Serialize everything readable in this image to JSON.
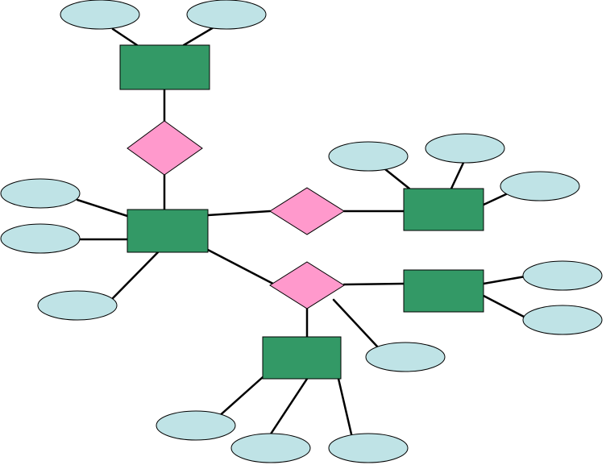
{
  "diagram": {
    "kind": "entity-relationship",
    "colors": {
      "background": "#ffffff",
      "entity_fill": "#339966",
      "relationship_fill": "#ff99cc",
      "attribute_fill": "#bfe3e6",
      "outline": "#000000"
    },
    "entities": [
      {
        "id": "e-top"
      },
      {
        "id": "e-center"
      },
      {
        "id": "e-right-upper"
      },
      {
        "id": "e-right-lower"
      },
      {
        "id": "e-bottom"
      }
    ],
    "relationships": [
      {
        "id": "r-top",
        "connects": [
          "e-top",
          "e-center"
        ]
      },
      {
        "id": "r-right-upper",
        "connects": [
          "e-center",
          "e-right-upper"
        ]
      },
      {
        "id": "r-lower",
        "connects": [
          "e-center",
          "e-right-lower",
          "e-bottom"
        ]
      }
    ],
    "attributes": [
      {
        "id": "a-top-left",
        "owner": "e-top"
      },
      {
        "id": "a-top-right",
        "owner": "e-top"
      },
      {
        "id": "a-center-1",
        "owner": "e-center"
      },
      {
        "id": "a-center-2",
        "owner": "e-center"
      },
      {
        "id": "a-center-3",
        "owner": "e-center"
      },
      {
        "id": "a-ru-1",
        "owner": "e-right-upper"
      },
      {
        "id": "a-ru-2",
        "owner": "e-right-upper"
      },
      {
        "id": "a-ru-3",
        "owner": "e-right-upper"
      },
      {
        "id": "a-rl-1",
        "owner": "e-right-lower"
      },
      {
        "id": "a-rl-2",
        "owner": "e-right-lower"
      },
      {
        "id": "a-rel-lower",
        "owner": "r-lower"
      },
      {
        "id": "a-bottom-1",
        "owner": "e-bottom"
      },
      {
        "id": "a-bottom-2",
        "owner": "e-bottom"
      },
      {
        "id": "a-bottom-3",
        "owner": "e-bottom"
      }
    ]
  }
}
